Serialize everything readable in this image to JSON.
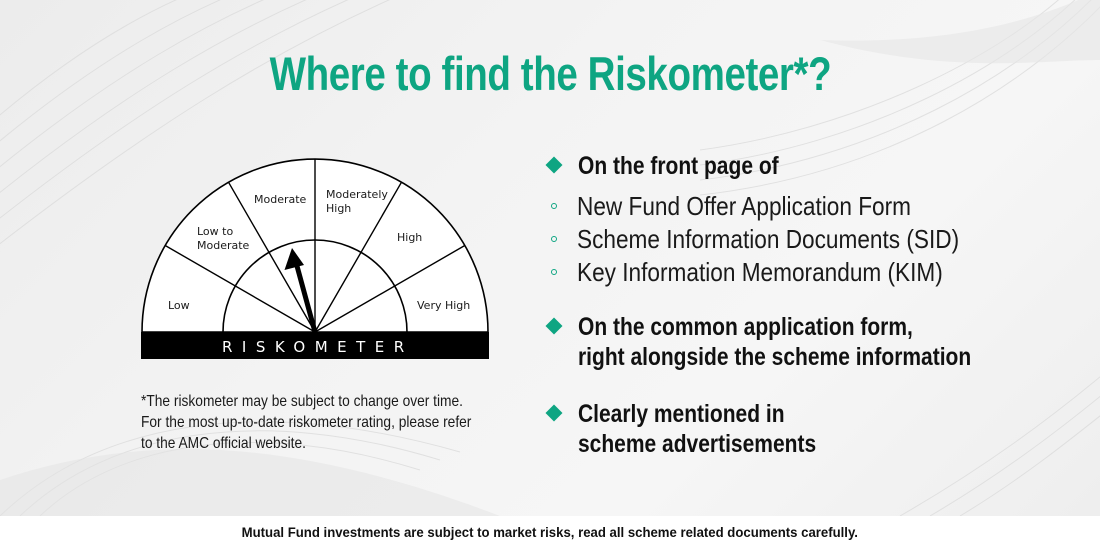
{
  "title": "Where to find the Riskometer*?",
  "colors": {
    "accent": "#0ea582",
    "text": "#111111",
    "background": "#f1f1f1",
    "gauge_bar": "#000000"
  },
  "riskometer": {
    "label": "RISKOMETER",
    "segments": [
      {
        "lines": [
          "Low"
        ]
      },
      {
        "lines": [
          "Low to",
          "Moderate"
        ]
      },
      {
        "lines": [
          "Moderate"
        ]
      },
      {
        "lines": [
          "Moderately",
          "High"
        ]
      },
      {
        "lines": [
          "High"
        ]
      },
      {
        "lines": [
          "Very High"
        ]
      }
    ],
    "needle_points_to": "Low to Moderate / Moderate",
    "icons": {
      "needle": "arrow-needle-icon"
    }
  },
  "note": {
    "lines": [
      "*The riskometer may be subject to change over time.",
      "For the most up-to-date riskometer rating, please refer",
      "to the AMC official website."
    ]
  },
  "points": [
    {
      "icon": "diamond-bullet-icon",
      "lines": [
        "On the front page of"
      ],
      "sub_items": [
        {
          "icon": "ring-bullet-icon",
          "text": "New Fund Offer Application Form"
        },
        {
          "icon": "ring-bullet-icon",
          "text": "Scheme Information Documents (SID)"
        },
        {
          "icon": "ring-bullet-icon",
          "text": "Key Information Memorandum (KIM)"
        }
      ]
    },
    {
      "icon": "diamond-bullet-icon",
      "lines": [
        "On the common application form,",
        "right alongside the scheme information"
      ]
    },
    {
      "icon": "diamond-bullet-icon",
      "lines": [
        "Clearly mentioned in",
        "scheme advertisements"
      ]
    }
  ],
  "footer": {
    "disclaimer": "Mutual Fund investments are subject to market risks, read all scheme related documents carefully."
  }
}
